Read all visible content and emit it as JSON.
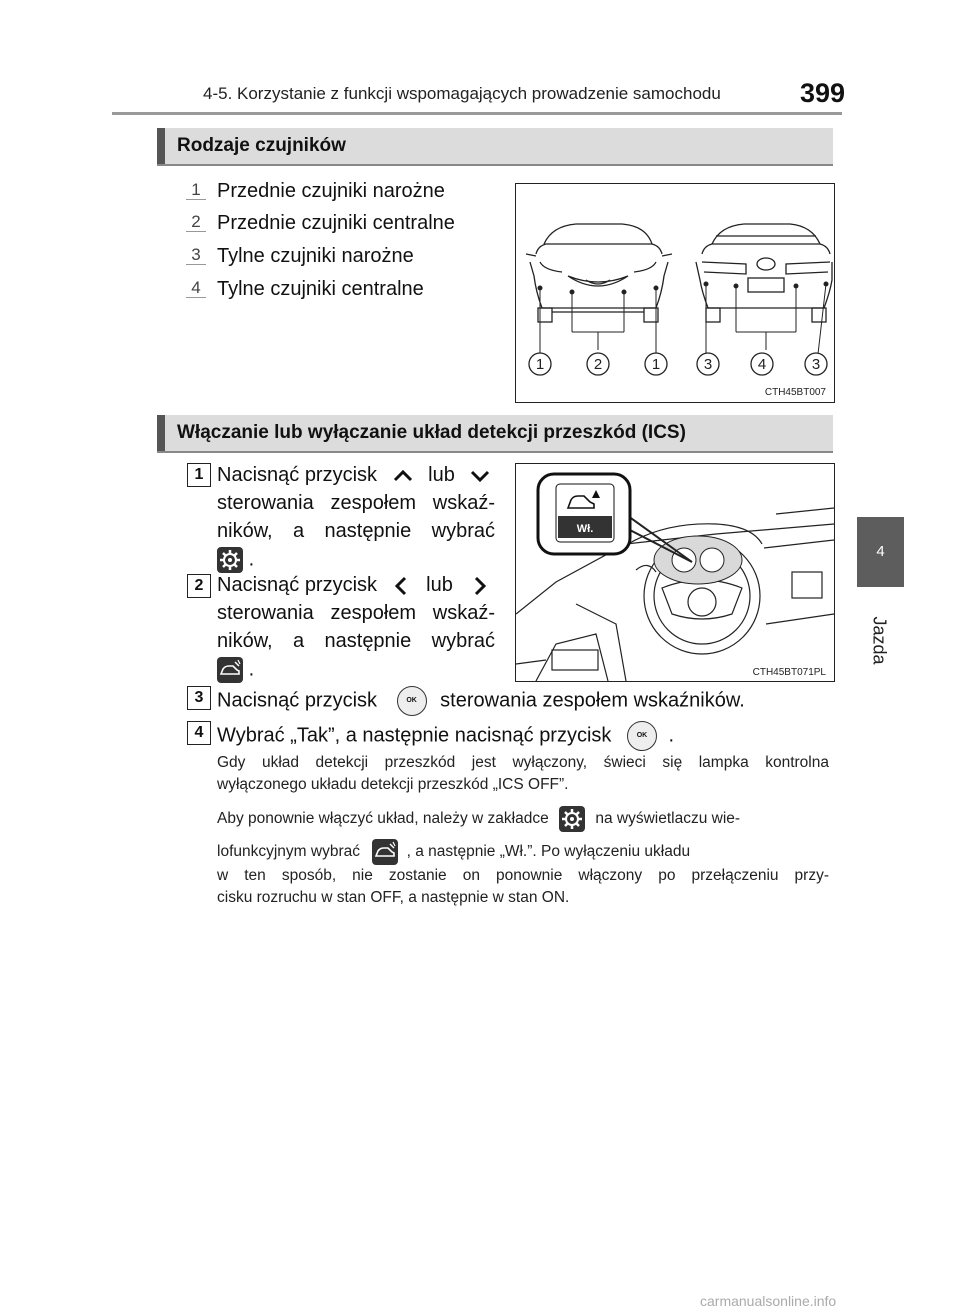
{
  "header": {
    "title": "4-5. Korzystanie z funkcji wspomagających prowadzenie samochodu",
    "page_number": "399"
  },
  "side_tab": {
    "number": "4",
    "label": "Jazda"
  },
  "section1": {
    "heading": "Rodzaje czujników",
    "items": [
      {
        "num": "1",
        "text": "Przednie czujniki narożne"
      },
      {
        "num": "2",
        "text": "Przednie czujniki centralne"
      },
      {
        "num": "3",
        "text": "Tylne czujniki narożne"
      },
      {
        "num": "4",
        "text": "Tylne czujniki centralne"
      }
    ],
    "figure": {
      "caption": "CTH45BT007",
      "callouts": [
        "1",
        "2",
        "1",
        "3",
        "4",
        "3"
      ]
    }
  },
  "section2": {
    "heading": "Włączanie lub wyłączanie układ detekcji przeszkód (ICS)",
    "steps": [
      {
        "num": "1",
        "lines": [
          "Nacisnąć przycisk",
          "lub",
          "sterowania zespołem wskaź-",
          "ników, a następnie wybrać",
          "."
        ]
      },
      {
        "num": "2",
        "lines": [
          "Nacisnąć przycisk",
          "lub",
          "sterowania zespołem wskaź-",
          "ników, a następnie wybrać",
          "."
        ]
      },
      {
        "num": "3",
        "before": "Nacisnąć przycisk",
        "after": "sterowania zespołem wskaźników."
      },
      {
        "num": "4",
        "before": "Wybrać „Tak”, a następnie nacisnąć przycisk",
        "after": "."
      }
    ],
    "figure": {
      "caption": "CTH45BT071PL",
      "display_label": "Wł."
    },
    "notes": [
      "Gdy układ detekcji przeszkód jest wyłączony, świeci się lampka kontrolna",
      "wyłączonego układu detekcji przeszkód „ICS OFF”.",
      "Aby ponownie włączyć układ, należy w zakładce",
      "na wyświetlaczu wie-",
      "lofunkcyjnym wybrać",
      ", a następnie „Wł.”. Po wyłączeniu układu",
      "w ten sposób, nie zostanie on ponownie włączony po przełączeniu przy-",
      "cisku rozruchu w stan OFF, a następnie w stan ON."
    ],
    "ok_label": "OK"
  },
  "watermark": "carmanualsonline.info"
}
